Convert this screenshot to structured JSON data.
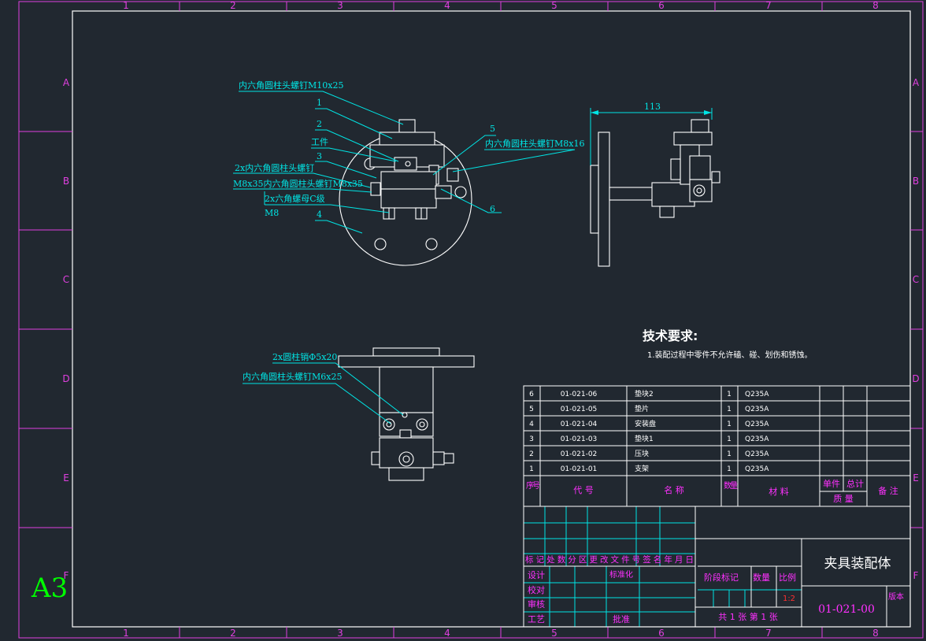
{
  "sheet": {
    "size_label": "A3",
    "columns": [
      "1",
      "2",
      "3",
      "4",
      "5",
      "6",
      "7",
      "8"
    ],
    "rows": [
      "A",
      "B",
      "C",
      "D",
      "E",
      "F"
    ]
  },
  "labels": {
    "bolt_m10": "内六角圆柱头螺钉M10x25",
    "n1": "1",
    "n2": "2",
    "workpiece": "工件",
    "n3": "3",
    "bolt_2x": "2x内六角圆柱头螺钉",
    "bolt_m8x35": "M8x35内六角圆柱头螺钉M8x35",
    "nut": "2x六角螺母C级",
    "m8": "M8",
    "n4": "4",
    "n5": "5",
    "bolt_m8x16": "内六角圆柱头螺钉M8x16",
    "n6": "6",
    "dim_113": "113",
    "pin": "2x圆柱销Φ5x20",
    "bolt_m6": "内六角圆柱头螺钉M6x25"
  },
  "tech": {
    "title": "技术要求:",
    "line1": "1.装配过程中零件不允许磕、碰、划伤和锈蚀。"
  },
  "bom": {
    "rows": [
      {
        "no": "6",
        "code": "01-021-06",
        "name": "垫块2",
        "qty": "1",
        "mat": "Q235A"
      },
      {
        "no": "5",
        "code": "01-021-05",
        "name": "垫片",
        "qty": "1",
        "mat": "Q235A"
      },
      {
        "no": "4",
        "code": "01-021-04",
        "name": "安装盘",
        "qty": "1",
        "mat": "Q235A"
      },
      {
        "no": "3",
        "code": "01-021-03",
        "name": "垫块1",
        "qty": "1",
        "mat": "Q235A"
      },
      {
        "no": "2",
        "code": "01-021-02",
        "name": "压块",
        "qty": "1",
        "mat": "Q235A"
      },
      {
        "no": "1",
        "code": "01-021-01",
        "name": "支架",
        "qty": "1",
        "mat": "Q235A"
      }
    ],
    "header": {
      "no": "序号",
      "code": "代      号",
      "name": "名      称",
      "qty": "数量",
      "mat": "材   料",
      "unit_w": "单件",
      "total_w": "总计",
      "weight": "质    量",
      "remark": "备  注"
    }
  },
  "title_block": {
    "rev_header": "标记处数分区更改文件号签名年月日",
    "design": "设计",
    "check": "校对",
    "review": "审核",
    "process": "工艺",
    "standard": "标准化",
    "approve": "批准",
    "stage": "阶段标记",
    "qty": "数量",
    "ratio": "比例",
    "scale": "1:2",
    "sheets": "共 1 张  第 1 张",
    "name": "夹具装配体",
    "code": "01-021-00",
    "version": "版本"
  }
}
